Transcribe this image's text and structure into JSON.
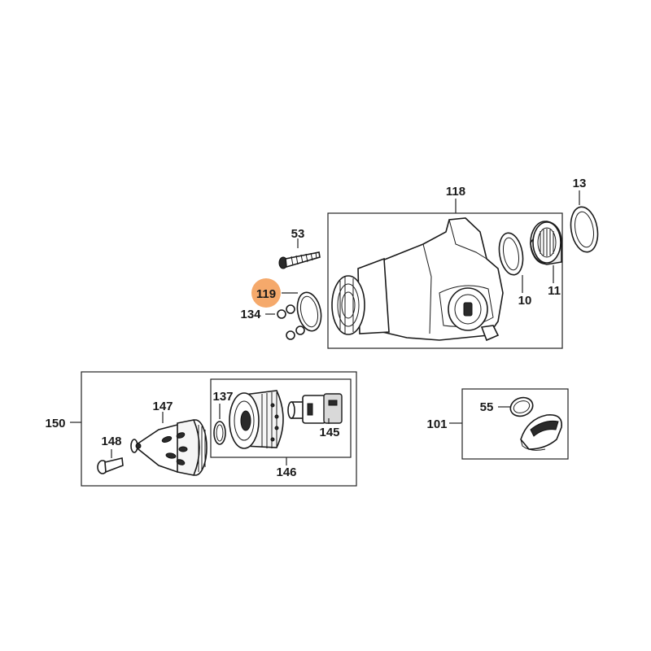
{
  "highlight_color": "#f5a96b",
  "labels": {
    "p118": "118",
    "p13": "13",
    "p53": "53",
    "p119": "119",
    "p134": "134",
    "p10": "10",
    "p11": "11",
    "p150": "150",
    "p147": "147",
    "p137": "137",
    "p145": "145",
    "p148": "148",
    "p146": "146",
    "p101": "101",
    "p55": "55"
  }
}
